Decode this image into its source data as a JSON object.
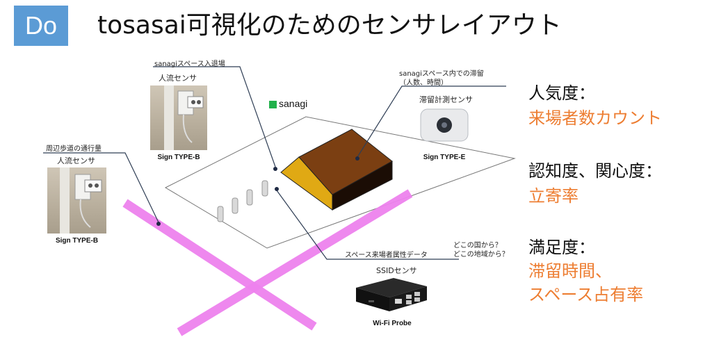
{
  "header": {
    "badge": "Do",
    "title": "tosasai可視化のためのセンサレイアウト"
  },
  "brand": {
    "name": "sanagi",
    "color": "#22b14c"
  },
  "callouts": {
    "entry": "sanagiスペース入退場",
    "stay_line1": "sanagiスペース内での滞留",
    "stay_line2": "（人数、時間）",
    "traffic": "周辺歩道の通行量",
    "attributes": "スペース来場者属性データ",
    "questions_line1": "どこの国から？",
    "questions_line2": "どこの地域から？"
  },
  "sensors": {
    "people_flow_top": {
      "label": "人流センサ",
      "caption": "Sign TYPE-B"
    },
    "people_flow_left": {
      "label": "人流センサ",
      "caption": "Sign TYPE-B"
    },
    "stay": {
      "label": "滞留計測センサ",
      "caption": "Sign TYPE-E"
    },
    "ssid": {
      "label": "SSIDセンサ",
      "caption": "Wi-Fi Probe"
    }
  },
  "metrics": [
    {
      "heading": "人気度：",
      "value_lines": [
        "来場者数カウント"
      ]
    },
    {
      "heading": "認知度、関心度：",
      "value_lines": [
        "立寄率"
      ]
    },
    {
      "heading": "満足度：",
      "value_lines": [
        "滞留時間、",
        "スペース占有率"
      ]
    }
  ],
  "colors": {
    "badge": "#5b9bd5",
    "metric_value": "#ed7d31",
    "road_cross": "#ee82ee",
    "building_roof": "#7b3f12",
    "building_wall": "#d4a017"
  }
}
